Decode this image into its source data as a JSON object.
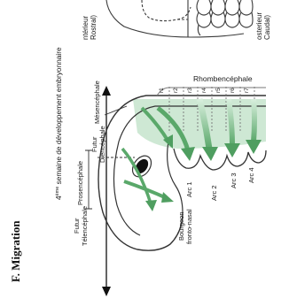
{
  "section_heading": "F. Migration",
  "week_title_prefix": "4",
  "week_title_sup": "ème",
  "week_title_rest": " semaine de développement embryonnaire",
  "axis_anterior": [
    "ntérieur",
    "Rostral)"
  ],
  "axis_posterior": [
    "osterieur",
    "Caudal)"
  ],
  "labels": {
    "rhombencephale": "Rhombencéphale",
    "mesencephale": "Mésencéphale",
    "prosencephale": "Prosencéphale",
    "futur_diencephale": [
      "Futur",
      "Diencéphale"
    ],
    "futur_telencephale": [
      "Futur",
      "Télencéphale"
    ],
    "bourgeon": [
      "Bourgeon",
      "fronto-nasal"
    ]
  },
  "rhombomeres": [
    "r1",
    "r2",
    "r3",
    "r4",
    "r5",
    "r6",
    "r7"
  ],
  "arcs": [
    "Arc 1",
    "Arc 2",
    "Arc 3",
    "Arc 4"
  ],
  "colors": {
    "arrow_green": "#5aa86a",
    "arrow_dark": "#2f6b3d",
    "shade_green": "#b7dcbf",
    "outline": "#333333",
    "eye": "#111111"
  }
}
